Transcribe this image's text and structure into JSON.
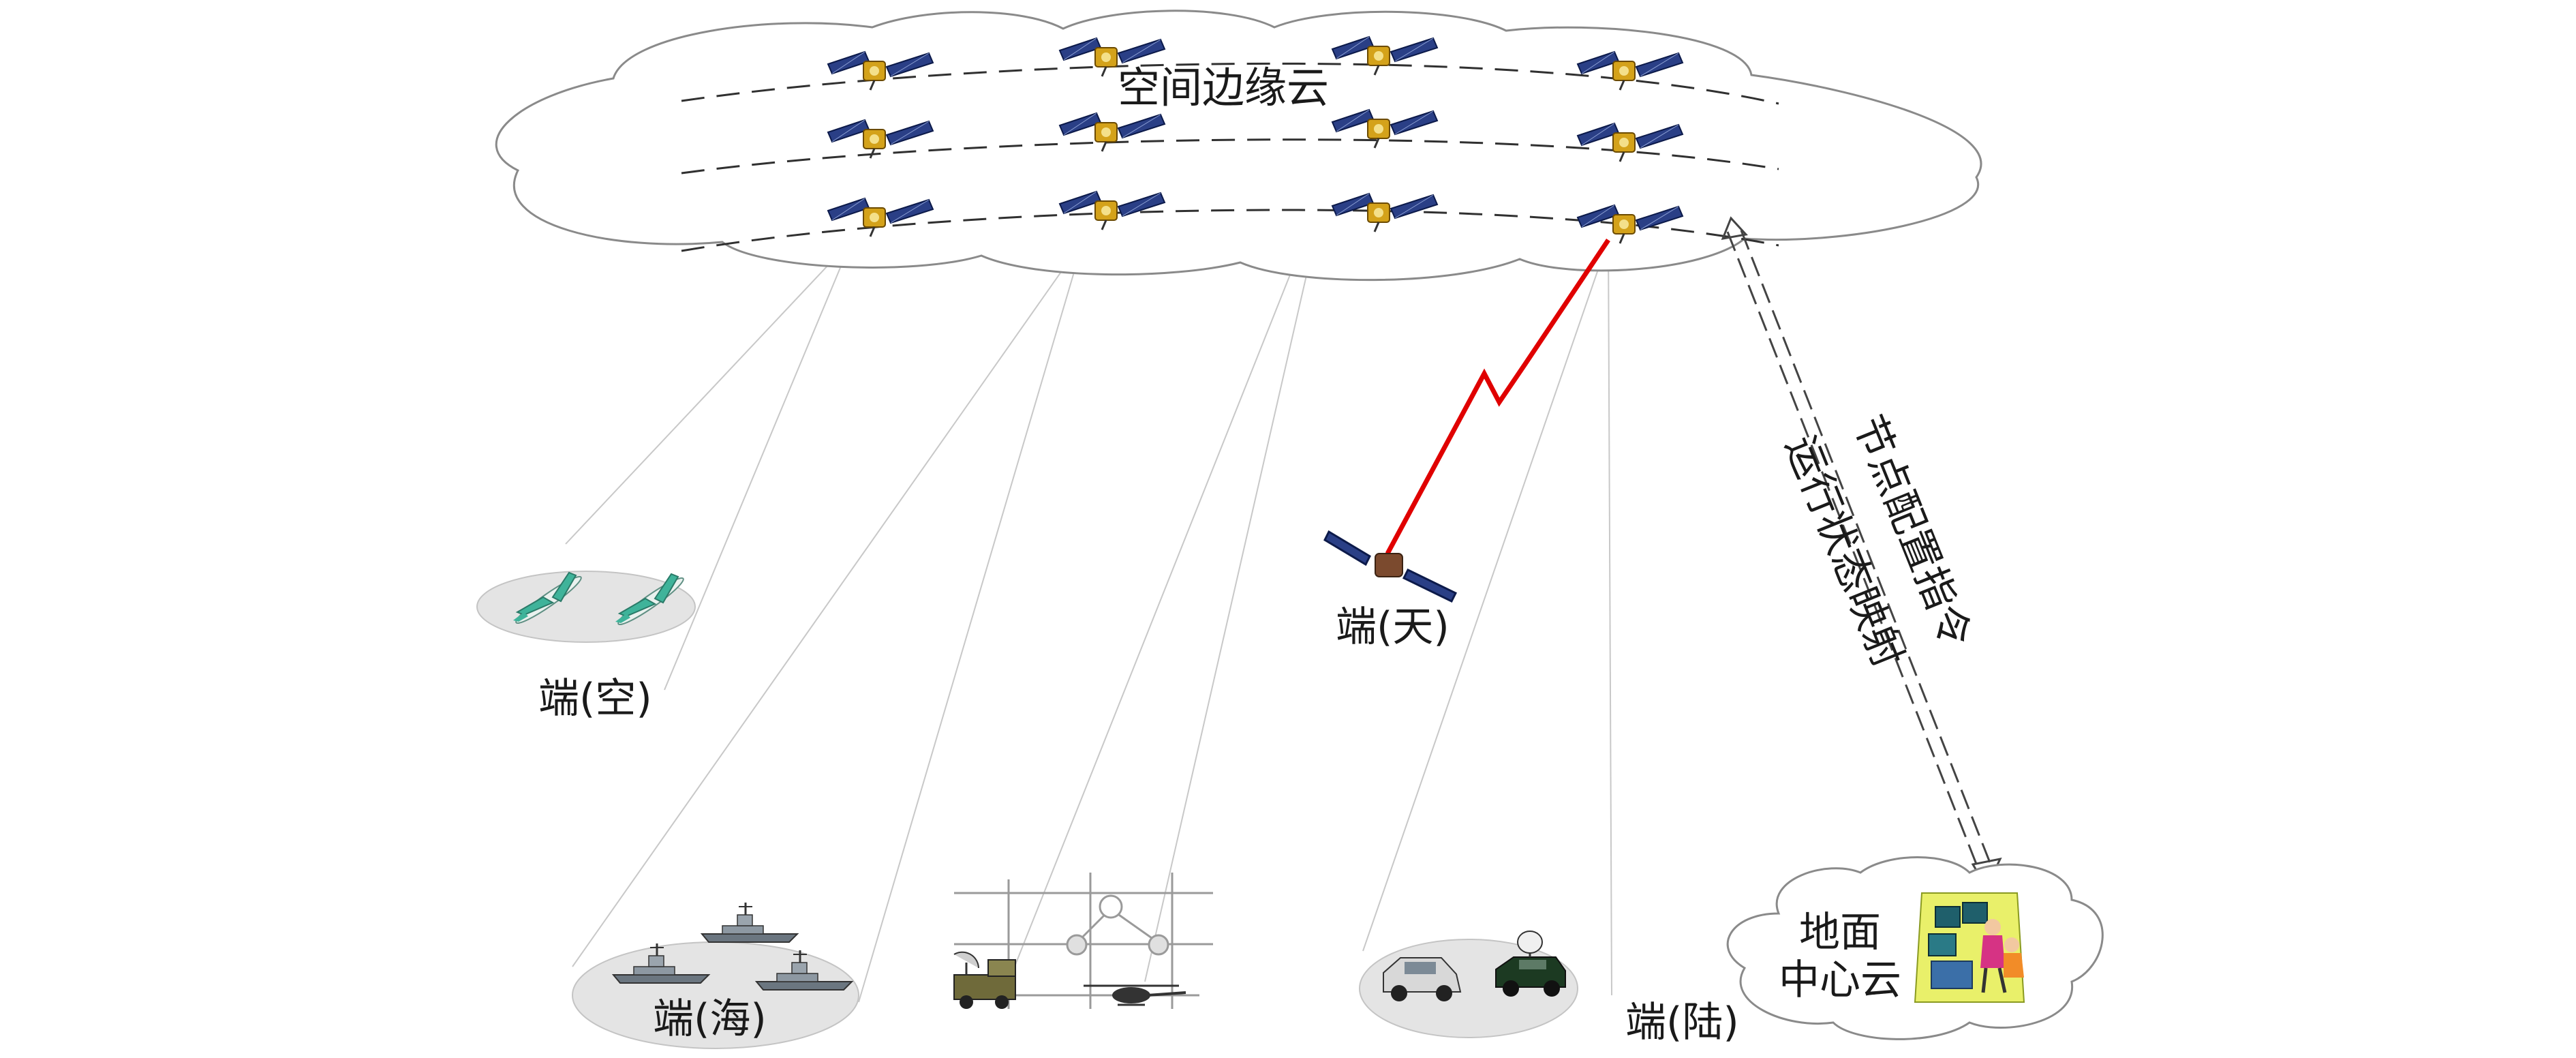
{
  "diagram": {
    "space_cloud_label": "空间边缘云",
    "ground_cloud_label_line1": "地面",
    "ground_cloud_label_line2": "中心云",
    "terminal_air": "端(空)",
    "terminal_space": "端(天)",
    "terminal_sea": "端(海)",
    "terminal_land": "端(陆)",
    "link_label_config": "节点配置指令",
    "link_label_state": "运行状态映射",
    "colors": {
      "wireless_link": "#e00000",
      "cloud_stroke": "#8a8a8a",
      "dashed_link": "#303030"
    }
  }
}
